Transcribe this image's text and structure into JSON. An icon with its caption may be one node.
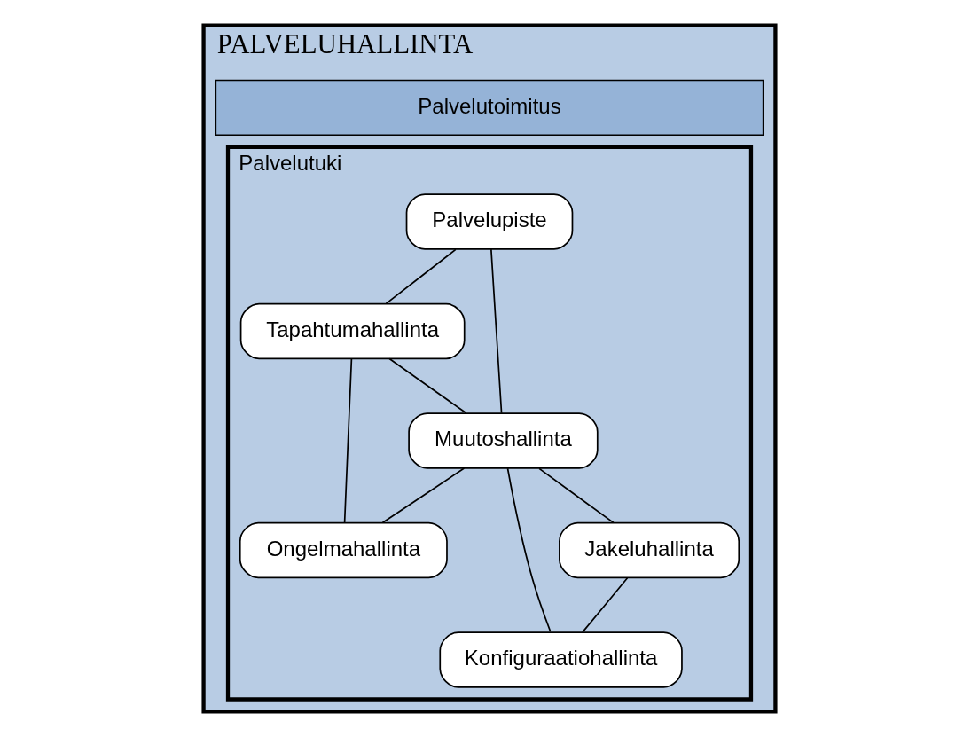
{
  "diagram": {
    "nodes": [
      {
        "text": [
          "PALVELUHALLINTA"
        ]
      },
      {
        "text": [
          "Palvelutoimitus"
        ],
        "in": 0
      },
      {
        "text": [
          "Palvelutuki"
        ],
        "in": 0
      },
      {
        "text": [
          "Palvelupiste"
        ],
        "in": 2
      },
      {
        "text": [
          "Tapahtumahallinta"
        ],
        "in": 2
      },
      {
        "text": [
          "Muutoshallinta"
        ],
        "in": 2
      },
      {
        "text": [
          "Ongelmahallinta"
        ],
        "in": 2
      },
      {
        "text": [
          "Jakeluhallinta"
        ],
        "in": 2
      },
      {
        "text": [
          "Konfiguraatiohallinta"
        ],
        "in": 2
      }
    ],
    "edges": [
      {
        "from": 3,
        "to": 4,
        "arrow": "none"
      },
      {
        "from": 3,
        "to": 5,
        "arrow": "none"
      },
      {
        "from": 4,
        "to": 5,
        "arrow": "none"
      },
      {
        "from": 4,
        "to": 6,
        "arrow": "none"
      },
      {
        "from": 5,
        "to": 6,
        "arrow": "none"
      },
      {
        "from": 5,
        "to": 7,
        "arrow": "none"
      },
      {
        "from": 5,
        "to": 8,
        "arrow": "none"
      },
      {
        "from": 7,
        "to": 8,
        "arrow": "none"
      }
    ]
  }
}
